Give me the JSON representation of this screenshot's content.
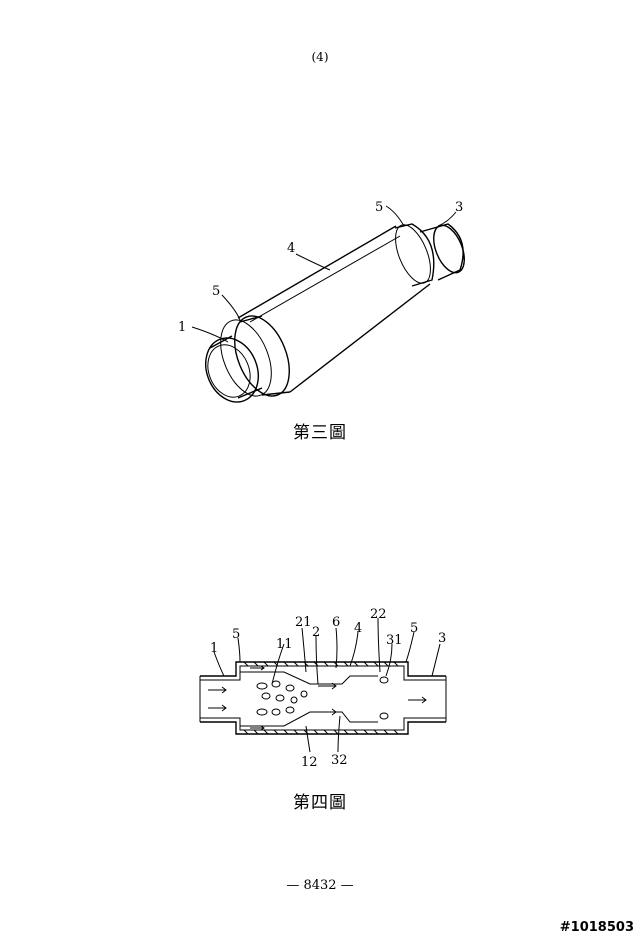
{
  "page": {
    "top_number": "(4)",
    "folio": "— 8432 —",
    "stamp": "#1018503"
  },
  "figure3": {
    "caption": "第三圖",
    "labels": {
      "l1": "1",
      "l3": "3",
      "l4": "4",
      "l5a": "5",
      "l5b": "5"
    }
  },
  "figure4": {
    "caption": "第四圖",
    "labels": {
      "l1": "1",
      "l5a": "5",
      "l11": "11",
      "l21": "21",
      "l2": "2",
      "l6": "6",
      "l4": "4",
      "l22": "22",
      "l31": "31",
      "l5b": "5",
      "l3": "3",
      "l12": "12",
      "l32": "32"
    }
  }
}
